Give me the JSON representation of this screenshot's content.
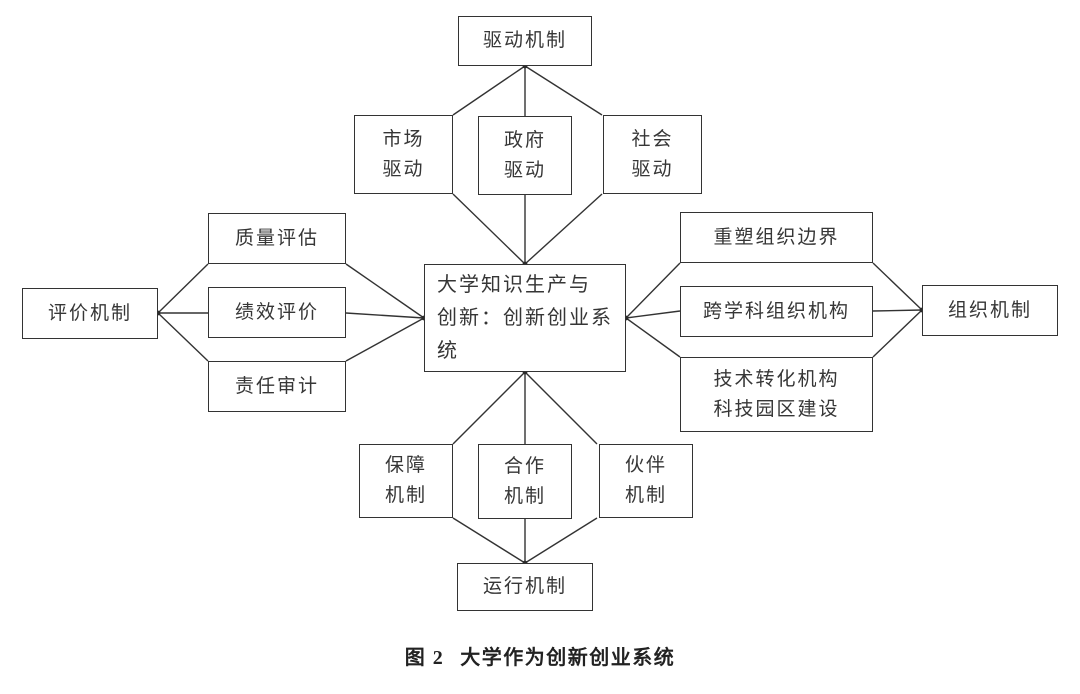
{
  "diagram": {
    "center": {
      "label": "大学知识生产与\n创新：创新创业系\n统"
    },
    "top_branch": {
      "hub": "驱动机制",
      "items": [
        "市场\n驱动",
        "政府\n驱动",
        "社会\n驱动"
      ]
    },
    "left_branch": {
      "hub": "评价机制",
      "items": [
        "质量评估",
        "绩效评价",
        "责任审计"
      ]
    },
    "right_branch": {
      "hub": "组织机制",
      "items": [
        "重塑组织边界",
        "跨学科组织机构",
        "技术转化机构\n科技园区建设"
      ]
    },
    "bottom_branch": {
      "hub": "运行机制",
      "items": [
        "保障\n机制",
        "合作\n机制",
        "伙伴\n机制"
      ]
    }
  },
  "caption": {
    "figure_label": "图 2",
    "title": "大学作为创新创业系统"
  },
  "colors": {
    "line": "#333333",
    "text": "#363636",
    "background": "#ffffff"
  }
}
